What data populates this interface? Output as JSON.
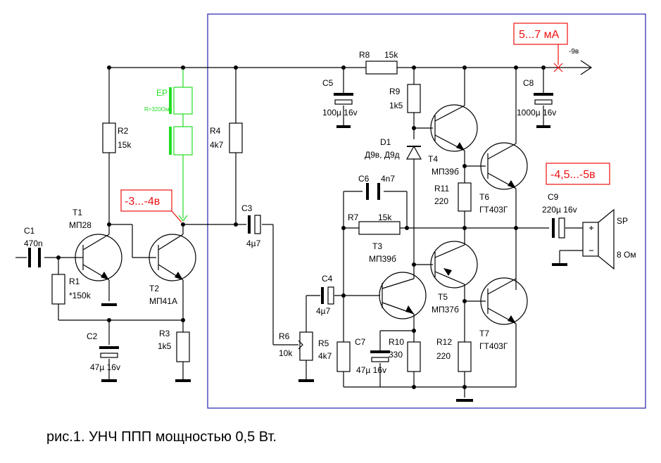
{
  "caption": "рис.1.  УНЧ ППП мощностью 0,5 Вт.",
  "colors": {
    "wire": "#000000",
    "frame": "#2222aa",
    "annotation": "#ee1111",
    "earphone": "#22dd22"
  },
  "annotations": {
    "current": "5...7 мА",
    "supply": "-9в",
    "t2_collector": "-3...-4в",
    "midpoint": "-4,5...-5в"
  },
  "earphone": {
    "ref": "EP",
    "note": "R>320Ом"
  },
  "components": {
    "C1": {
      "ref": "C1",
      "value": "470n"
    },
    "R1": {
      "ref": "R1",
      "value": "*150k"
    },
    "T1": {
      "ref": "T1",
      "value": "МП28"
    },
    "R2": {
      "ref": "R2",
      "value": "15k"
    },
    "T2": {
      "ref": "T2",
      "value": "МП41А"
    },
    "C2": {
      "ref": "C2",
      "value": "47µ 16v"
    },
    "R3": {
      "ref": "R3",
      "value": "1k5"
    },
    "R4": {
      "ref": "R4",
      "value": "4k7"
    },
    "C3": {
      "ref": "C3",
      "value": "4µ7"
    },
    "R6": {
      "ref": "R6",
      "value": "10k"
    },
    "C4": {
      "ref": "C4",
      "value": "4µ7"
    },
    "R5": {
      "ref": "R5",
      "value": "4k7"
    },
    "C5": {
      "ref": "C5",
      "value": "100µ 16v"
    },
    "R8": {
      "ref": "R8",
      "value": "15k"
    },
    "R9": {
      "ref": "R9",
      "value": "1k5"
    },
    "D1": {
      "ref": "D1",
      "value": "Д9в, Д9д"
    },
    "C6": {
      "ref": "C6",
      "value": "4n7"
    },
    "R7": {
      "ref": "R7",
      "value": "15k"
    },
    "T3": {
      "ref": "T3",
      "value": "МП39б"
    },
    "C7": {
      "ref": "C7",
      "value": "47µ 16v"
    },
    "R10": {
      "ref": "R10",
      "value": "330"
    },
    "T4": {
      "ref": "T4",
      "value": "МП39б"
    },
    "R11": {
      "ref": "R11",
      "value": "220"
    },
    "T5": {
      "ref": "T5",
      "value": "МП37б"
    },
    "R12": {
      "ref": "R12",
      "value": "220"
    },
    "T6": {
      "ref": "T6",
      "value": "ГТ403Г"
    },
    "T7": {
      "ref": "T7",
      "value": "ГТ403Г"
    },
    "C8": {
      "ref": "C8",
      "value": "1000µ 16v"
    },
    "C9": {
      "ref": "C9",
      "value": "220µ 16v"
    },
    "SP": {
      "ref": "SP",
      "value": "8 Ом"
    }
  }
}
